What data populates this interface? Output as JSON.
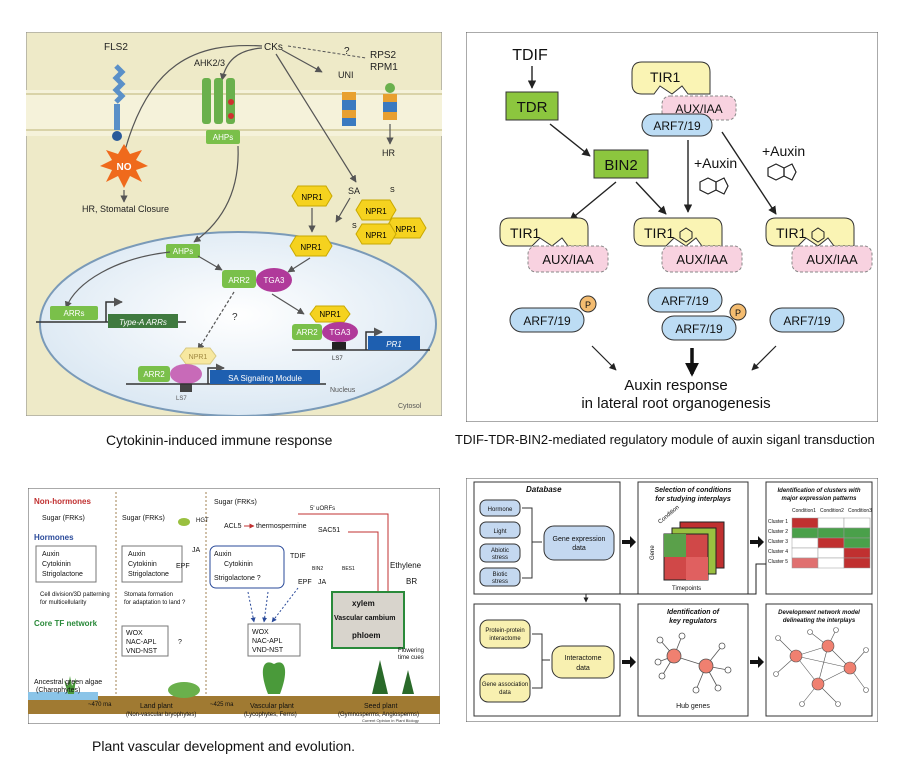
{
  "captions": {
    "top_left": "Cytokinin-induced immune response",
    "top_right": "TDIF-TDR-BIN2-mediated regulatory module of auxin siganl transduction",
    "bottom_left": "Plant vascular development and evolution.",
    "bottom_right": ""
  },
  "panel1": {
    "fls2": "FLS2",
    "cks": "CKs",
    "question": "?",
    "rps2": "RPS2",
    "rpm1": "RPM1",
    "ahk": "AHK2/3",
    "uni": "UNI",
    "ahps": "AHPs",
    "no": "NO",
    "hr_closure": "HR, Stomatal Closure",
    "hr": "HR",
    "sa": "SA",
    "npr1": "NPR1",
    "s": "S",
    "arrs": "ARRs",
    "type_a": "Type-A ARRs",
    "arr2": "ARR2",
    "tga3": "TGA3",
    "pr1": "PR1",
    "ls7": "LS7",
    "sa_module": "SA Signaling Module",
    "nucleus": "Nucleus",
    "cytosol": "Cytosol"
  },
  "panel2": {
    "tdif": "TDIF",
    "tdr": "TDR",
    "bin2": "BIN2",
    "tir1": "TIR1",
    "aux_iaa": "AUX/IAA",
    "arf": "ARF7/19",
    "plus_auxin": "+Auxin",
    "p": "P",
    "response_line1": "Auxin response",
    "response_line2": "in lateral root organogenesis"
  },
  "panel3": {
    "non_hormones": "Non-hormones",
    "sugar": "Sugar (FRKs)",
    "hormones": "Hormones",
    "auxin": "Auxin",
    "cytokinin": "Cytokinin",
    "strigolactone": "Strigolactone",
    "strigolactone_q": "Strigolactone ?",
    "cell_division": "Cell division/3D patterning",
    "for_multicellularity": "for multicellularity",
    "stomata": "Stomata formation",
    "adaptation": "for adaptation to land ?",
    "core_tf": "Core TF network",
    "wox": "WOX",
    "nac": "NAC-APL",
    "vnd": "VND-NST",
    "q": "?",
    "ja": "JA",
    "epf": "EPF",
    "hgt": "HGT",
    "acl5": "ACL5",
    "thermospermine": "thermospermine",
    "uorfs": "5' uORFs",
    "sac51": "SAC51",
    "tdif": "TDIF",
    "bin2": "BIN2",
    "bes1": "BES1",
    "ethylene": "Ethylene",
    "br": "BR",
    "xylem": "xylem",
    "cambium": "Vascular cambium",
    "phloem": "phloem",
    "flowering": "Flowering",
    "time_cues": "time cues",
    "algae": "Ancestral green algae",
    "charophytes": "(Charophytes)",
    "ma470": "~470 ma",
    "land_plant": "Land plant",
    "land_plant_sub": "(Non-vascular bryophytes)",
    "ma425": "~425 ma",
    "vascular_plant": "Vascular plant",
    "vascular_plant_sub": "(Lycophytes, Ferns)",
    "seed_plant": "Seed plant",
    "seed_plant_sub": "(Gymnosperms, Angiosperms)",
    "credit": "Current Opinion in Plant Biology"
  },
  "panel4": {
    "database": "Database",
    "hormone": "Hormone",
    "light": "Light",
    "abiotic": "Abiotic",
    "biotic": "Biotic",
    "stress": "stress",
    "gene_expression": "Gene expression",
    "data": "data",
    "selection_title1": "Selection of conditions",
    "selection_title2": "for studying interplays",
    "condition": "Condition",
    "gene": "Gene",
    "timepoints": "Timepoints",
    "clusters_title1": "Identification of clusters with",
    "clusters_title2": "major expression patterns",
    "condition1": "Condition1",
    "condition2": "Condition2",
    "condition3": "Condition3",
    "clusters": [
      "Cluster 1",
      "Cluster 2",
      "Cluster 3",
      "Cluster 4",
      "Cluster 5"
    ],
    "ppi1": "Protein-protein",
    "ppi2": "interactome",
    "gad1": "Gene association",
    "gad2": "data",
    "interactome": "Interactome",
    "key_title1": "Identification of",
    "key_title2": "key regulators",
    "hub_genes": "Hub genes",
    "network_title1": "Development network model",
    "network_title2": "delineating the interplays"
  }
}
